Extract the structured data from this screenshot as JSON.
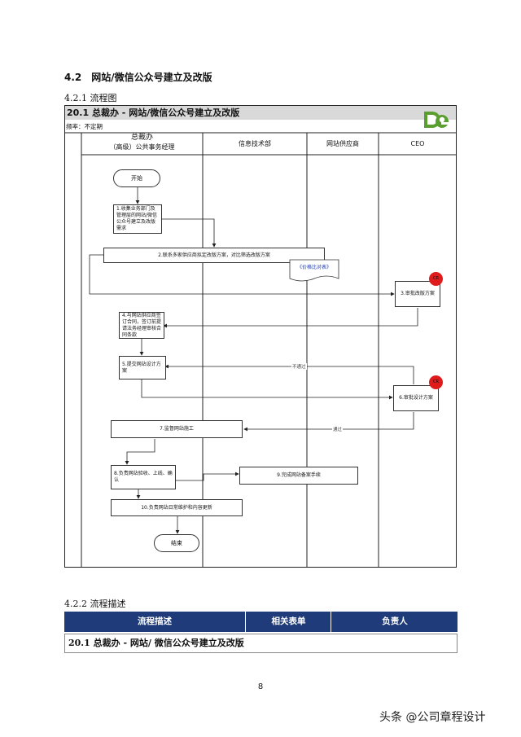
{
  "section": {
    "number": "4.2",
    "title": "网站/微信公众号建立及改版"
  },
  "subsection_1": "4.2.1 流程图",
  "flowchart": {
    "title": "20.1 总裁办 - 网站/微信公众号建立及改版",
    "frequency": "频率：不定期",
    "logo_text": "D9",
    "lanes": [
      {
        "line1": "总裁办",
        "line2": "（高级）公共事务经理"
      },
      {
        "line1": "信息技术部",
        "line2": ""
      },
      {
        "line1": "网站供应商",
        "line2": ""
      },
      {
        "line1": "CEO",
        "line2": ""
      }
    ],
    "nodes": {
      "start": "开始",
      "n1": "1.收集业务部门及管理层的网站/微信公众号建立及改版需求",
      "n2": "2.联系多家供应商拟定改版方案，对比筛选改版方案",
      "doc": "《价格比对表》",
      "n3": "3.审批改版方案",
      "n4": "4.与网站供应商签订合同，签订前提请法务经理审核合同条款",
      "n5": "5.提交网站设计方案",
      "n6": "6.审批设计方案",
      "n7": "7.监督网站施工",
      "n8": "8.负责网站验收、上线、确认",
      "n9": "9.完成网站备案手续",
      "n10": "10.负责网站日常维护和内容更新",
      "end": "结束"
    },
    "edge_labels": {
      "reject": "不通过",
      "approve": "通过"
    },
    "badge_text": "CR"
  },
  "subsection_2": "4.2.2 流程描述",
  "table": {
    "headers": [
      "流程描述",
      "相关表单",
      "负责人"
    ],
    "row": "20.1 总裁办 - 网站/ 微信公众号建立及改版"
  },
  "page_number": "8",
  "watermark": "头条 @公司章程设计",
  "colors": {
    "table_header": "#1f3b7a",
    "badge": "#e01b1b",
    "logo_green": "#5a9e2f",
    "doc_text": "#1f3bb0"
  }
}
